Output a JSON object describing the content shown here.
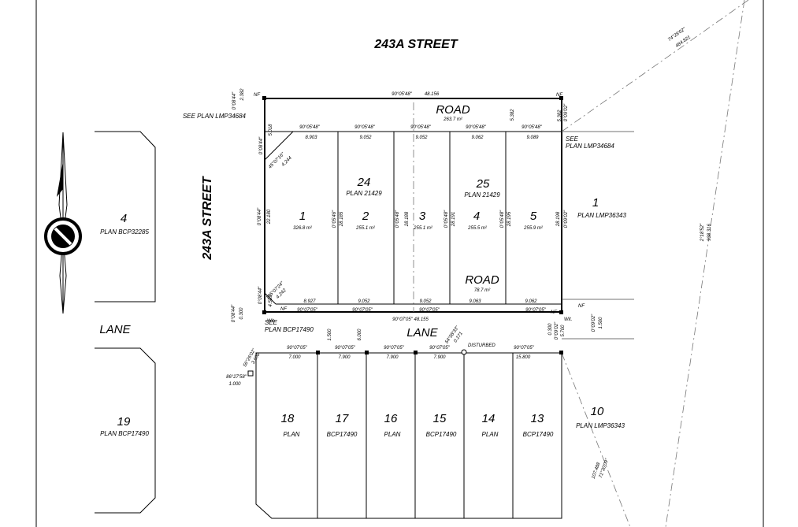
{
  "streets": {
    "top_street": "243A STREET",
    "side_street": "243A STREET",
    "lane_left": "LANE",
    "lane_center": "LANE"
  },
  "roads": [
    {
      "label": "ROAD",
      "area": "263.7 m²"
    },
    {
      "label": "ROAD",
      "area": "78.7 m²"
    }
  ],
  "subject_lots": [
    {
      "number": "1",
      "area": "326.8 m²"
    },
    {
      "number": "2",
      "area": "255.1 m²"
    },
    {
      "number": "3",
      "area": "255.1 m²"
    },
    {
      "number": "4",
      "area": "255.5 m²"
    },
    {
      "number": "5",
      "area": "255.9 m²"
    }
  ],
  "parent_lots": [
    {
      "number": "24",
      "plan": "PLAN 21429"
    },
    {
      "number": "25",
      "plan": "PLAN 21429"
    }
  ],
  "adjacent_parcels": [
    {
      "number": "4",
      "plan": "PLAN BCP32285"
    },
    {
      "number": "19",
      "plan": "PLAN BCP17490"
    },
    {
      "number": "1",
      "plan": "PLAN LMP36343"
    },
    {
      "number": "10",
      "plan": "PLAN LMP36343"
    }
  ],
  "south_lots": [
    {
      "number": "18",
      "plan": "PLAN"
    },
    {
      "number": "17",
      "plan": "BCP17490"
    },
    {
      "number": "16",
      "plan": "PLAN"
    },
    {
      "number": "15",
      "plan": "BCP17490"
    },
    {
      "number": "14",
      "plan": "PLAN"
    },
    {
      "number": "13",
      "plan": "BCP17490"
    }
  ],
  "see_plan": {
    "top_left": "SEE PLAN LMP34684",
    "right_see": "SEE",
    "right_plan": "PLAN LMP34684",
    "bottom_see": "SEE",
    "bottom_plan": "PLAN BCP17490"
  },
  "notes": {
    "disturbed": "DISTURBED",
    "nf": "NF",
    "wit": "Wit."
  },
  "dimensions": {
    "top_bearing": "90°05'48\"",
    "top_length": "48.156",
    "top_left_bearing": "0°08'44\"",
    "top_left_len": "2.382",
    "top_right_bearing": "0°09'02\"",
    "top_right_len": "5.382",
    "road_depth": "5.382",
    "row_bearings": [
      "90°05'48\"",
      "90°05'48\"",
      "90°05'48\"",
      "90°05'48\"",
      "90°05'48\""
    ],
    "row_widths": [
      "8.903",
      "9.052",
      "9.052",
      "9.062",
      "9.089"
    ],
    "left_upper_len": "5.018",
    "chamfer_bearing": "45°07'16\"",
    "chamfer_len": "4.244",
    "left_bearing": "0°08'44\"",
    "left_len": "22.180",
    "lot_side_bearings": [
      "0°05'46\"",
      "0°05'48\"",
      "0°05'48\""
    ],
    "lot_depths": [
      "28.185",
      "28.188",
      "28.191",
      "28.195"
    ],
    "right_bearing": "0°09'02\"",
    "right_len": "28.198",
    "bottom_widths": [
      "8.927",
      "9.052",
      "9.052",
      "9.063",
      "9.062"
    ],
    "chamfer2_bearing": "135°07'24\"",
    "chamfer2_len": "4.242",
    "left_lower_len": "4.503",
    "bottom_bearings": [
      "90°07'05\"",
      "90°07'05\"",
      "90°07'05\"",
      "90°07'05\""
    ],
    "bottom_line": "90°07'05\"  48.155",
    "lower_left_bearing": "0°08'44\"",
    "lower_left_len": "0.300",
    "lower_right_bearing": "0°09'02\"",
    "lower_right_len": "1.500",
    "lane_w1": "1.500",
    "lane_w2": "6.000",
    "lane_w3": "0.300",
    "lane_w4": "5.700",
    "corner_bearing": "54°58'33\"",
    "corner_len": "0.171",
    "south_bearings": [
      "90°07'05\"",
      "90°07'05\"",
      "90°07'05\"",
      "90°07'05\"",
      "90°07'05\""
    ],
    "south_widths": [
      "7.000",
      "7.900",
      "7.900",
      "7.900",
      "15.800"
    ],
    "sw_bearing": "86°27'58\"",
    "sw_len": "1.000",
    "sw2_bearing": "56°26'02\"",
    "sw2_len": "3.608",
    "ne_bearing": "74°28'02\"",
    "ne_len": "484.821",
    "east_bearing": "2°18'52\"",
    "east_len": "938.316",
    "se_bearing": "71°30'09\"",
    "se_len": "107.488"
  }
}
